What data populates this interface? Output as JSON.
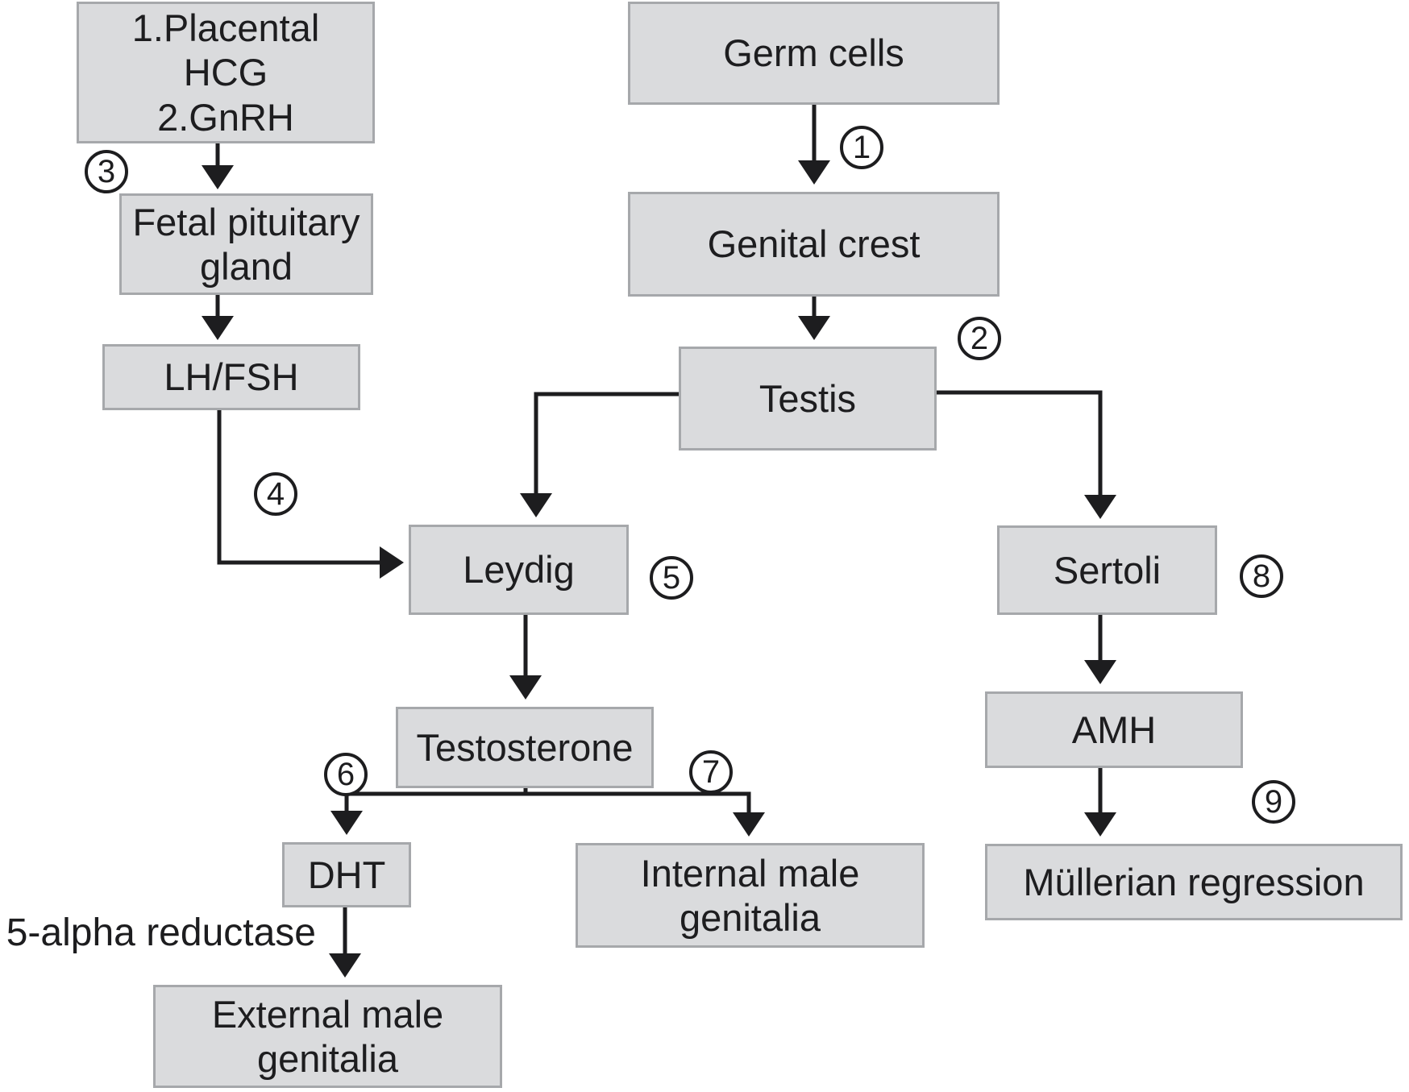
{
  "diagram": {
    "type": "flowchart",
    "background_color": "#ffffff",
    "colors": {
      "box_fill": "#dadbdd",
      "box_border": "#a6a8ab",
      "line": "#1d1d1f",
      "text": "#1d1d1f"
    },
    "nodes": [
      {
        "id": "placental-hcg-gnrh",
        "label": "1.Placental\nHCG\n2.GnRH"
      },
      {
        "id": "fetal-pituitary-gland",
        "label": "Fetal pituitary\ngland"
      },
      {
        "id": "lh-fsh",
        "label": "LH/FSH"
      },
      {
        "id": "germ-cells",
        "label": "Germ cells"
      },
      {
        "id": "genital-crest",
        "label": "Genital crest"
      },
      {
        "id": "testis",
        "label": "Testis"
      },
      {
        "id": "leydig",
        "label": "Leydig"
      },
      {
        "id": "sertoli",
        "label": "Sertoli"
      },
      {
        "id": "testosterone",
        "label": "Testosterone"
      },
      {
        "id": "dht",
        "label": "DHT"
      },
      {
        "id": "internal-male-genitalia",
        "label": "Internal male\ngenitalia"
      },
      {
        "id": "external-male-genitalia",
        "label": "External male\ngenitalia"
      },
      {
        "id": "amh",
        "label": "AMH"
      },
      {
        "id": "mullerian-regression",
        "label": "Müllerian regression"
      }
    ],
    "steps": [
      "1",
      "2",
      "3",
      "4",
      "5",
      "6",
      "7",
      "8",
      "9"
    ],
    "annotations": [
      {
        "id": "five-alpha-reductase",
        "label": "5-alpha reductase"
      }
    ],
    "edges": [
      {
        "step": "1",
        "from": "Germ cells",
        "to": "Genital crest"
      },
      {
        "step": "2",
        "from": "Genital crest",
        "to": "Testis"
      },
      {
        "step": "3",
        "from": "1.Placental HCG 2.GnRH",
        "to": "Fetal pituitary gland"
      },
      {
        "step": "",
        "from": "Fetal pituitary gland",
        "to": "LH/FSH"
      },
      {
        "step": "4",
        "from": "LH/FSH",
        "to": "Leydig"
      },
      {
        "step": "5",
        "from": "Testis",
        "to": "Leydig"
      },
      {
        "step": "8",
        "from": "Testis",
        "to": "Sertoli"
      },
      {
        "step": "",
        "from": "Leydig",
        "to": "Testosterone"
      },
      {
        "step": "6",
        "from": "Testosterone",
        "to": "DHT"
      },
      {
        "step": "7",
        "from": "Testosterone",
        "to": "Internal male genitalia"
      },
      {
        "step": "",
        "from": "DHT",
        "to": "External male genitalia",
        "via": "5-alpha reductase"
      },
      {
        "step": "",
        "from": "Sertoli",
        "to": "AMH"
      },
      {
        "step": "9",
        "from": "AMH",
        "to": "Müllerian regression"
      }
    ]
  }
}
